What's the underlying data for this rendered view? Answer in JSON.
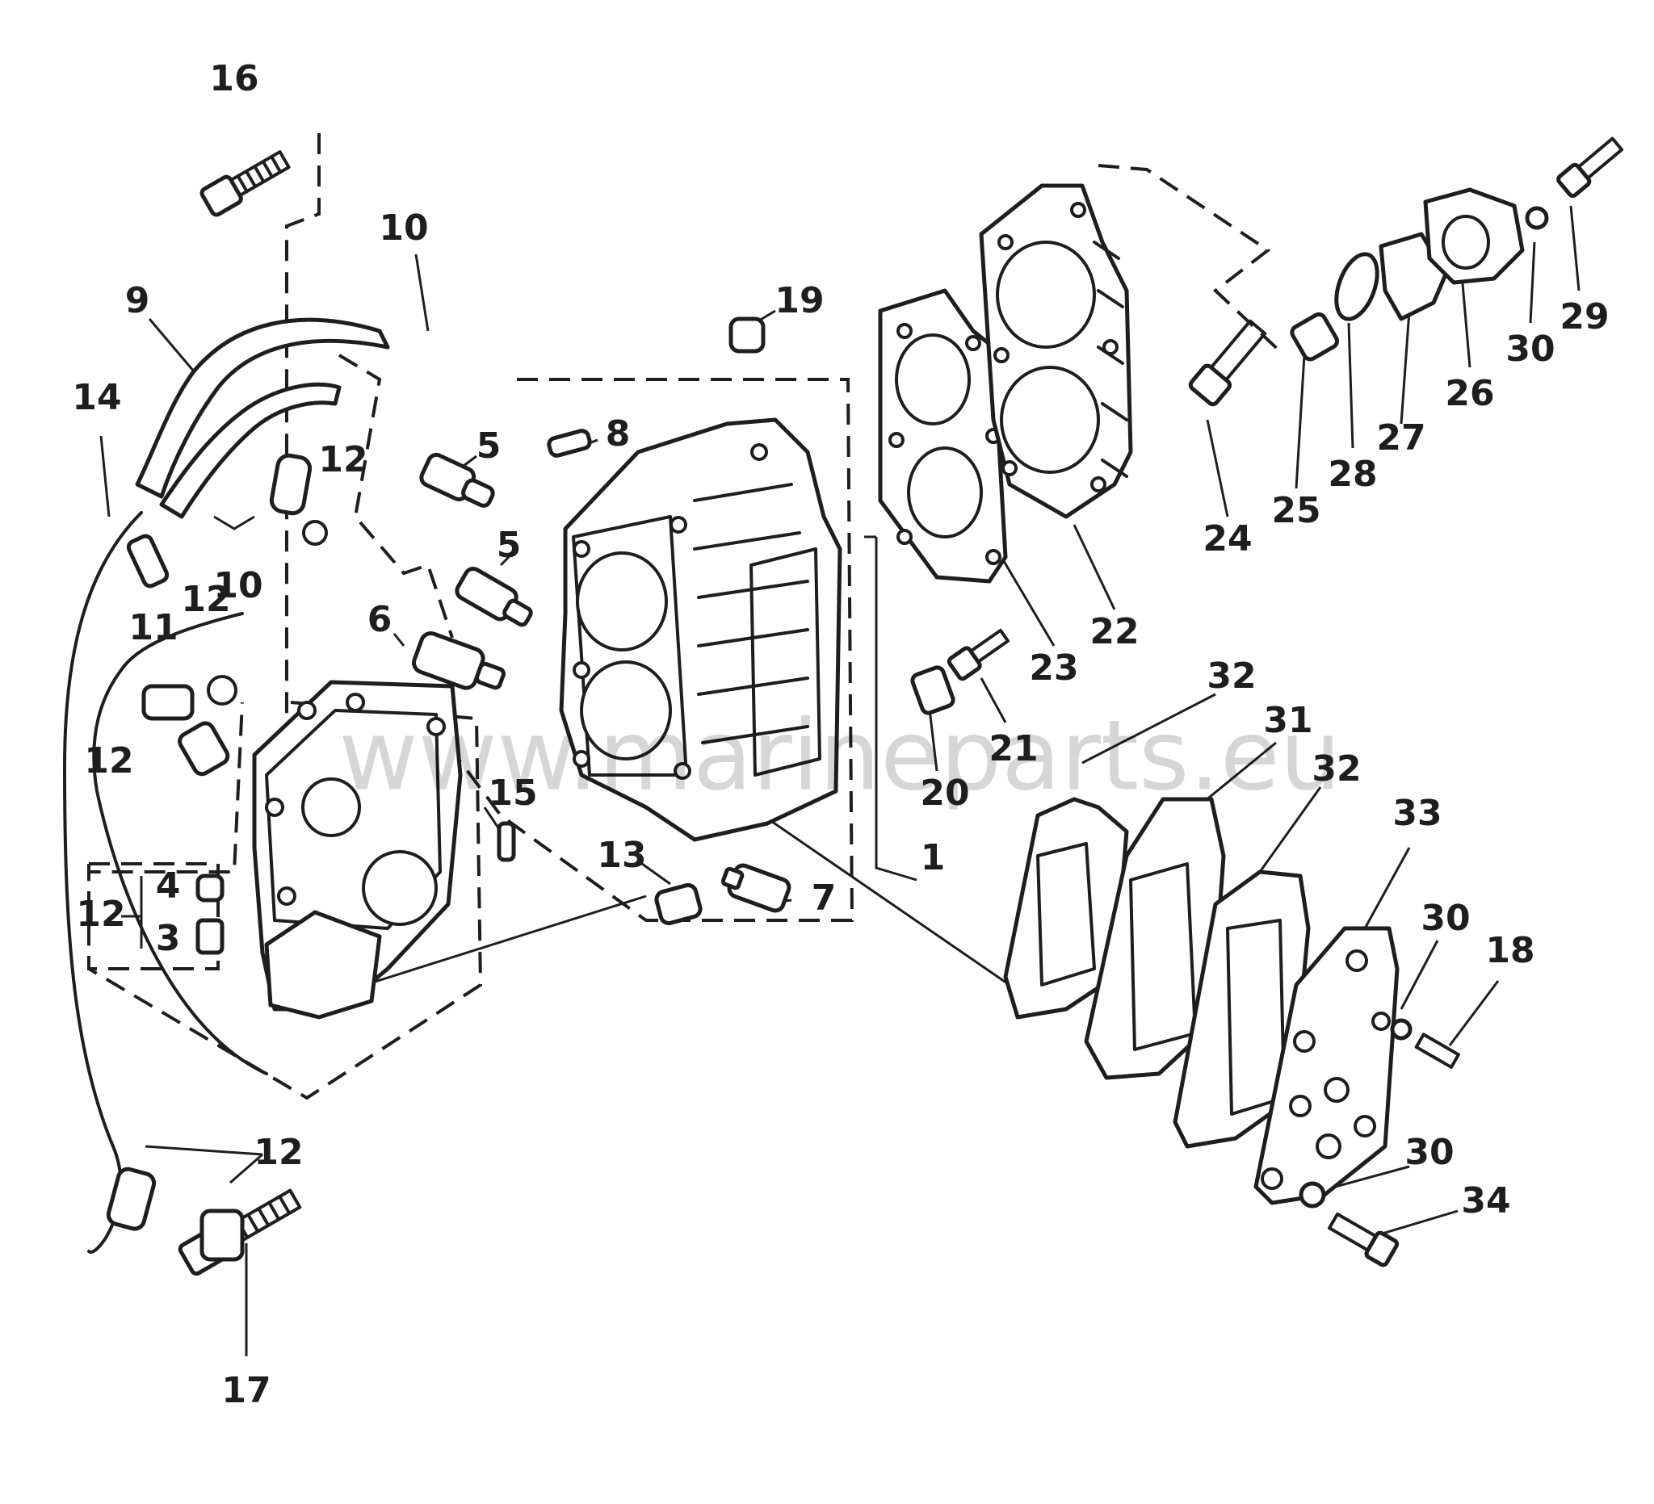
{
  "colors": {
    "ink": "#1e1e1e",
    "background": "#ffffff",
    "watermark": "#000000"
  },
  "watermark": "www.marineparts.eu",
  "callouts": [
    {
      "key": "c1",
      "label": "1"
    },
    {
      "key": "c3",
      "label": "3"
    },
    {
      "key": "c4",
      "label": "4"
    },
    {
      "key": "c5a",
      "label": "5"
    },
    {
      "key": "c5b",
      "label": "5"
    },
    {
      "key": "c6",
      "label": "6"
    },
    {
      "key": "c7",
      "label": "7"
    },
    {
      "key": "c8",
      "label": "8"
    },
    {
      "key": "c9",
      "label": "9"
    },
    {
      "key": "c10a",
      "label": "10"
    },
    {
      "key": "c10b",
      "label": "10"
    },
    {
      "key": "c11",
      "label": "11"
    },
    {
      "key": "c12a",
      "label": "12"
    },
    {
      "key": "c12b",
      "label": "12"
    },
    {
      "key": "c12c",
      "label": "12"
    },
    {
      "key": "c12d",
      "label": "12"
    },
    {
      "key": "c12e",
      "label": "12"
    },
    {
      "key": "c13",
      "label": "13"
    },
    {
      "key": "c14",
      "label": "14"
    },
    {
      "key": "c15",
      "label": "15"
    },
    {
      "key": "c16",
      "label": "16"
    },
    {
      "key": "c17",
      "label": "17"
    },
    {
      "key": "c18",
      "label": "18"
    },
    {
      "key": "c19",
      "label": "19"
    },
    {
      "key": "c20",
      "label": "20"
    },
    {
      "key": "c21",
      "label": "21"
    },
    {
      "key": "c22",
      "label": "22"
    },
    {
      "key": "c23",
      "label": "23"
    },
    {
      "key": "c24",
      "label": "24"
    },
    {
      "key": "c25",
      "label": "25"
    },
    {
      "key": "c26",
      "label": "26"
    },
    {
      "key": "c27",
      "label": "27"
    },
    {
      "key": "c28",
      "label": "28"
    },
    {
      "key": "c29",
      "label": "29"
    },
    {
      "key": "c30a",
      "label": "30"
    },
    {
      "key": "c30b",
      "label": "30"
    },
    {
      "key": "c30c",
      "label": "30"
    },
    {
      "key": "c31",
      "label": "31"
    },
    {
      "key": "c32a",
      "label": "32"
    },
    {
      "key": "c32b",
      "label": "32"
    },
    {
      "key": "c33",
      "label": "33"
    },
    {
      "key": "c34",
      "label": "34"
    }
  ]
}
